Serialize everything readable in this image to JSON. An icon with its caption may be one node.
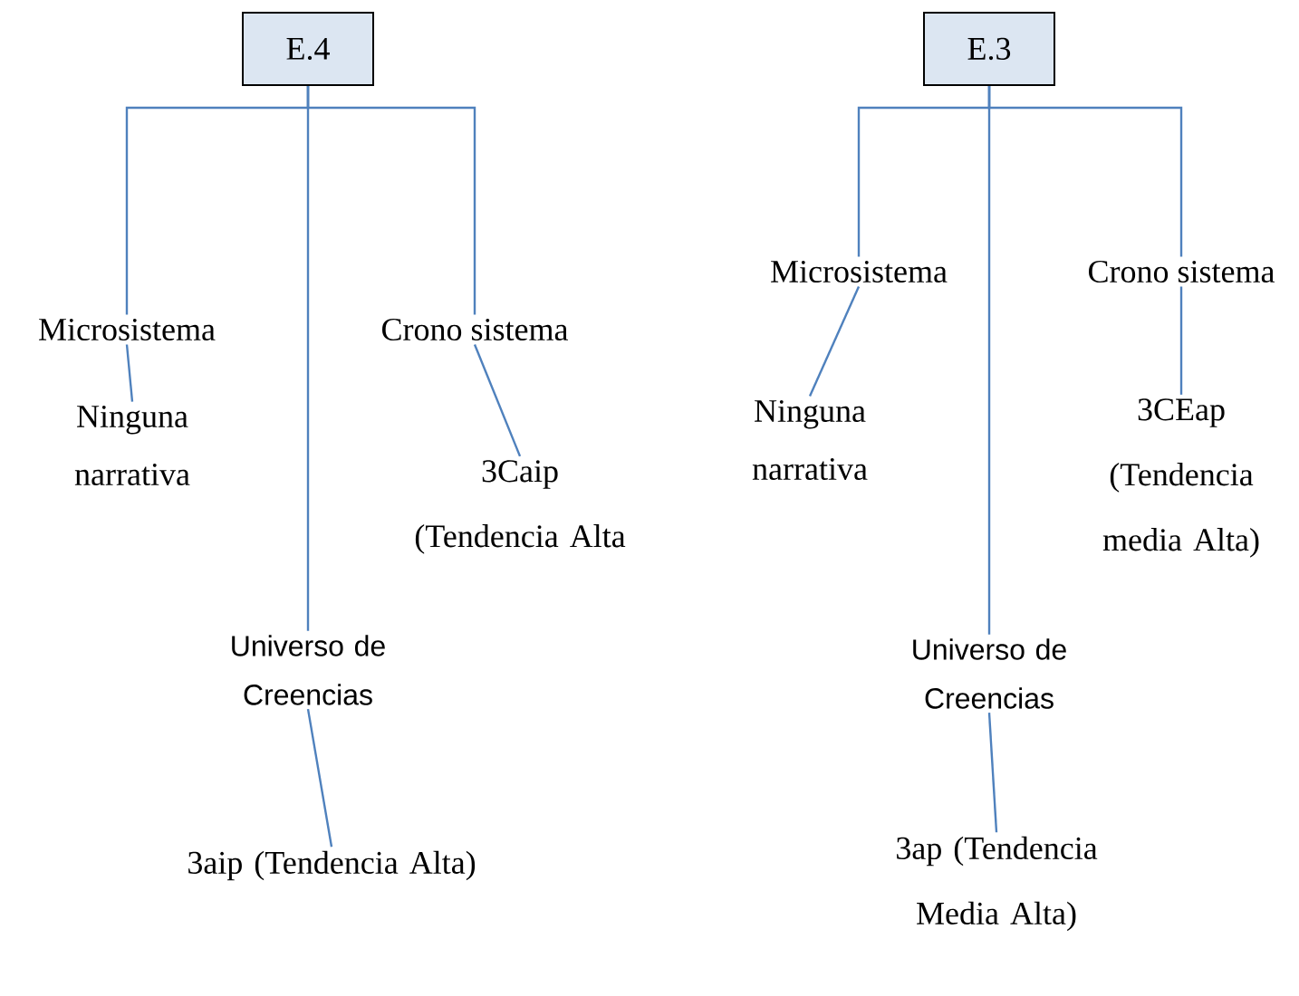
{
  "diagram": {
    "nodes": [
      {
        "text": [
          "E.4"
        ]
      },
      {
        "text": [
          "Microsistema"
        ]
      },
      {
        "text": [
          "Crono sistema"
        ]
      },
      {
        "text": [
          "Ninguna narrativa"
        ]
      },
      {
        "text": [
          "3Caip (Tendencia Alta"
        ]
      },
      {
        "text": [
          "Universo de Creencias"
        ]
      },
      {
        "text": [
          "3aip (Tendencia Alta)"
        ]
      },
      {
        "text": [
          "E.3"
        ]
      },
      {
        "text": [
          "Microsistema"
        ]
      },
      {
        "text": [
          "Crono sistema"
        ]
      },
      {
        "text": [
          "Ninguna narrativa"
        ]
      },
      {
        "text": [
          "3CEap (Tendencia media Alta)"
        ]
      },
      {
        "text": [
          "Universo de Creencias"
        ]
      },
      {
        "text": [
          "3ap (Tendencia Media Alta)"
        ]
      }
    ],
    "edges": [
      {
        "from": 0,
        "to": 1,
        "arrow": "none"
      },
      {
        "from": 0,
        "to": 5,
        "arrow": "none"
      },
      {
        "from": 0,
        "to": 2,
        "arrow": "none"
      },
      {
        "from": 1,
        "to": 3,
        "arrow": "none"
      },
      {
        "from": 2,
        "to": 4,
        "arrow": "none"
      },
      {
        "from": 5,
        "to": 6,
        "arrow": "none"
      },
      {
        "from": 7,
        "to": 8,
        "arrow": "none"
      },
      {
        "from": 7,
        "to": 12,
        "arrow": "none"
      },
      {
        "from": 7,
        "to": 9,
        "arrow": "none"
      },
      {
        "from": 8,
        "to": 10,
        "arrow": "none"
      },
      {
        "from": 9,
        "to": 11,
        "arrow": "none"
      },
      {
        "from": 12,
        "to": 13,
        "arrow": "none"
      }
    ]
  }
}
